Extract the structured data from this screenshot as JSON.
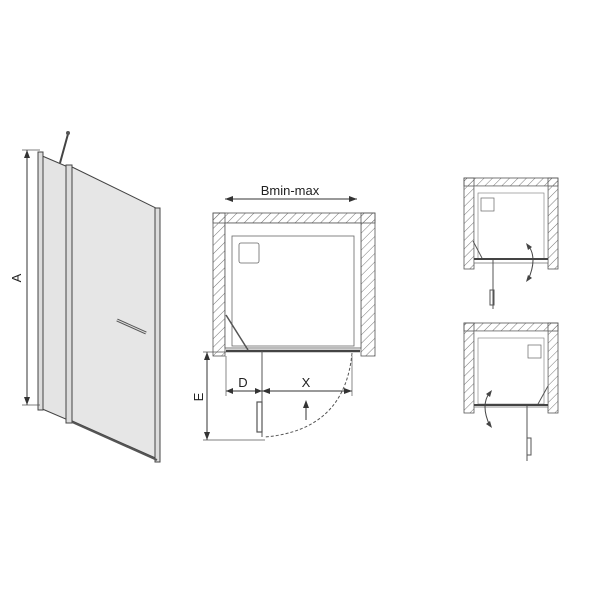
{
  "labels": {
    "height": "A",
    "width": "Bmin-max",
    "door_offset": "D",
    "door_opening": "X",
    "depth": "E"
  },
  "colors": {
    "line": "#333333",
    "glass": "#e6e6e6",
    "wall_hatch": "#777777"
  }
}
